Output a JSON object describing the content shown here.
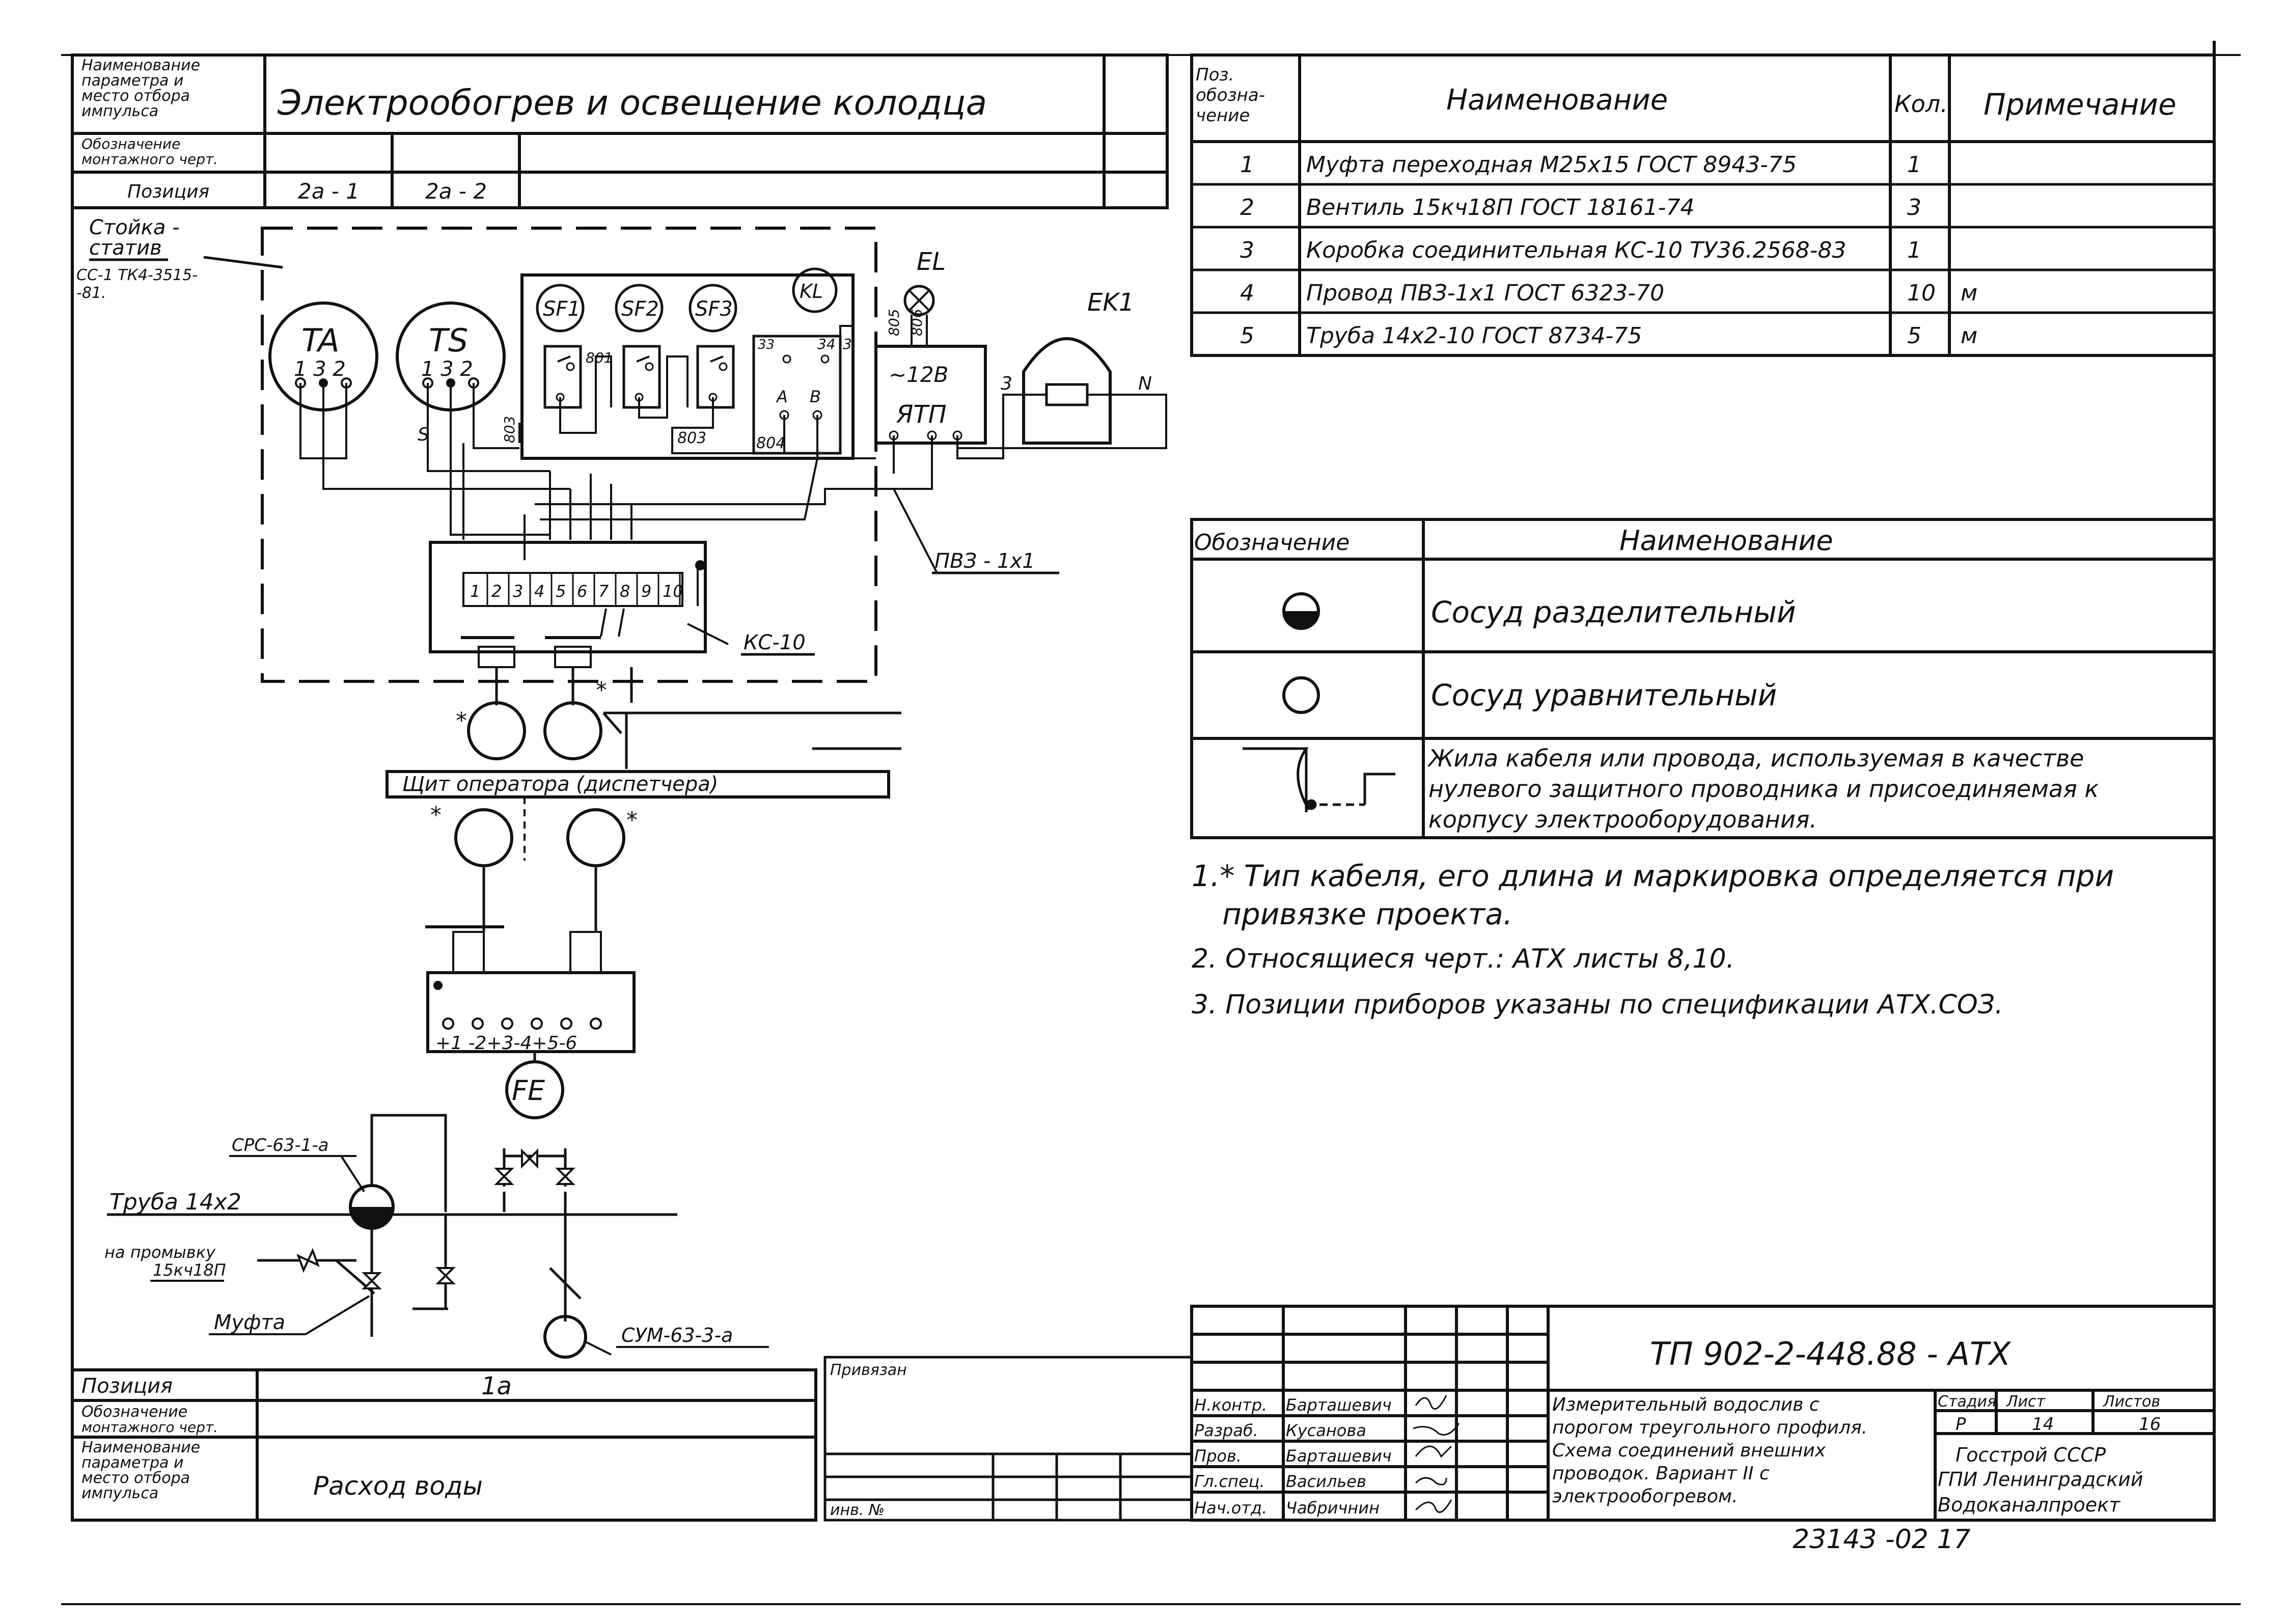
{
  "top_left_table": {
    "rows": [
      {
        "label": [
          "Наименование",
          "параметра и",
          "место отбора",
          "импульса"
        ],
        "value": "Электрообогрев и освещение колодца"
      },
      {
        "label": [
          "Обозначение",
          "монтажного черт."
        ],
        "value": ""
      },
      {
        "label": [
          "Позиция"
        ],
        "cells": [
          "2а - 1",
          "2а - 2"
        ]
      }
    ]
  },
  "stand_label": [
    "Стойка -",
    "статив",
    "СС-1 ТК4-3515-",
    "-81."
  ],
  "diagram": {
    "instruments": {
      "ta": "TA",
      "ts": "TS",
      "sf1": "SF1",
      "sf2": "SF2",
      "sf3": "SF3",
      "kl": "KL",
      "el": "EL",
      "ek1": "EK1",
      "fe": "FE"
    },
    "pins_ta": "1 3 2",
    "pins_ts": "1 3 2",
    "ytp": "ЯТП",
    "ytp_voltage": "~12В",
    "box_label": "КС-10",
    "wire_label": "ПВЗ - 1х1",
    "wire_codes": [
      "801",
      "803",
      "804",
      "805",
      "806",
      "803"
    ],
    "relay_pins": [
      "33",
      "34",
      "3",
      "A",
      "B"
    ],
    "terminal_numbers": [
      "1",
      "2",
      "3",
      "4",
      "5",
      "6",
      "7",
      "8",
      "9",
      "10"
    ],
    "small_markers": [
      "S",
      "3",
      "N",
      "1",
      "2"
    ],
    "operator_panel": "Щит оператора (диспетчера)",
    "terminal_strip": "+1 -2+3-4+5-6",
    "labels": {
      "crc": "СРС-63-1-а",
      "pipe": "Труба 14х2",
      "flush": [
        "на промывку",
        "15кч18П"
      ],
      "coupling": "Муфта",
      "cum": "СУМ-63-3-а"
    },
    "asterisk": "*"
  },
  "bottom_left_table": {
    "rows": [
      {
        "label": [
          "Позиция"
        ],
        "value": "1а"
      },
      {
        "label": [
          "Обозначение",
          "монтажного черт."
        ],
        "value": ""
      },
      {
        "label": [
          "Наименование",
          "параметра и",
          "место отбора",
          "импульса"
        ],
        "value": "Расход воды"
      }
    ]
  },
  "binding_table": {
    "label": "Привязан",
    "inv": "инв. №"
  },
  "spec_table": {
    "headers": [
      "Поз. обозна- чение",
      "Наименование",
      "Кол.",
      "Примечание"
    ],
    "rows": [
      {
        "pos": "1",
        "name": "Муфта переходная М25х15 ГОСТ 8943-75",
        "qty": "1",
        "note": ""
      },
      {
        "pos": "2",
        "name": "Вентиль 15кч18П ГОСТ 18161-74",
        "qty": "3",
        "note": ""
      },
      {
        "pos": "3",
        "name": "Коробка соединительная КС-10 ТУ36.2568-83",
        "qty": "1",
        "note": ""
      },
      {
        "pos": "4",
        "name": "Провод ПВЗ-1х1 ГОСТ 6323-70",
        "qty": "10",
        "note": "м"
      },
      {
        "pos": "5",
        "name": "Труба 14х2-10 ГОСТ 8734-75",
        "qty": "5",
        "note": "м"
      }
    ]
  },
  "legend_table": {
    "headers": [
      "Обозначение",
      "Наименование"
    ],
    "rows": [
      {
        "symbol": "half-filled-circle",
        "text": [
          "Сосуд разделительный"
        ]
      },
      {
        "symbol": "empty-circle",
        "text": [
          "Сосуд уравнительный"
        ]
      },
      {
        "symbol": "ground-wire",
        "text": [
          "Жила кабеля или провода, используемая в качестве",
          "нулевого защитного проводника и присоединяемая к",
          "корпусу электрооборудования."
        ]
      }
    ]
  },
  "notes": [
    [
      "1.* Тип кабеля, его длина и маркировка определяется при",
      "привязке проекта."
    ],
    [
      "2. Относящиеся черт.: АТХ листы 8,10."
    ],
    [
      "3. Позиции приборов указаны по спецификации АТХ.СОЗ."
    ]
  ],
  "title_block": {
    "code": "ТП 902-2-448.88 - АТХ",
    "roles": [
      "Н.контр.",
      "Разраб.",
      "Пров.",
      "Гл.спец.",
      "Нач.отд."
    ],
    "names": [
      "Барташевич",
      "Кусанова",
      "Барташевич",
      "Васильев",
      "Чабричнин"
    ],
    "description": [
      "Измерительный водослив с",
      "порогом треугольного профиля.",
      "Схема соединений внешних",
      "проводок. Вариант II с",
      "электрообогревом."
    ],
    "stage_header": "Стадия",
    "sheet_header": "Лист",
    "sheets_header": "Листов",
    "stage": "Р",
    "sheet": "14",
    "sheets": "16",
    "org": [
      "Госстрой СССР",
      "ГПИ Ленинградский",
      "Водоканалпроект"
    ],
    "doc_number": "23143 -02 17"
  },
  "colors": {
    "ink": "#111111",
    "paper": "#ffffff"
  }
}
